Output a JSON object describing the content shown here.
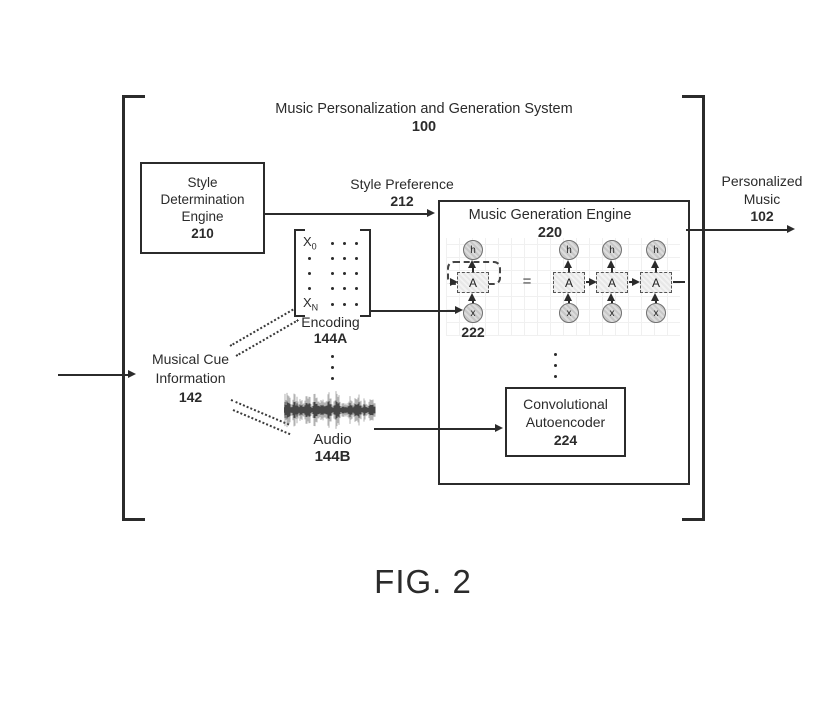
{
  "system": {
    "title": "Music Personalization and Generation System",
    "ref": "100"
  },
  "style_engine": {
    "line1": "Style",
    "line2": "Determination",
    "line3": "Engine",
    "ref": "210"
  },
  "style_preference": {
    "label": "Style Preference",
    "ref": "212"
  },
  "music_engine": {
    "title": "Music Generation Engine",
    "ref": "220"
  },
  "rnn": {
    "ref": "222",
    "cell": "A",
    "hidden": "h",
    "input": "x",
    "equals": "="
  },
  "autoencoder": {
    "line1": "Convolutional",
    "line2": "Autoencoder",
    "ref": "224"
  },
  "encoding": {
    "label": "Encoding",
    "ref": "144A",
    "x_base": "X",
    "x0_sub": "0",
    "xn_sub": "N"
  },
  "audio": {
    "label": "Audio",
    "ref": "144B"
  },
  "musical_cue": {
    "line1": "Musical Cue",
    "line2": "Information",
    "ref": "142"
  },
  "personalized_music": {
    "line1": "Personalized",
    "line2": "Music",
    "ref": "102"
  },
  "caption": "FIG. 2"
}
